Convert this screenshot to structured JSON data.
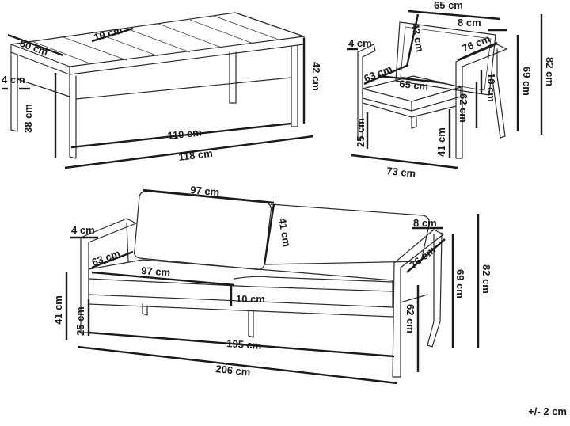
{
  "table": {
    "width": "110 cm",
    "length": "118 cm",
    "depth": "60 cm",
    "slat": "10 cm",
    "height": "42 cm",
    "leg_height": "38 cm",
    "leg": "4 cm"
  },
  "armchair": {
    "width_top": "65 cm",
    "arm_top": "8 cm",
    "back_height": "43 cm",
    "arm_width": "4 cm",
    "arm_length": "76 cm",
    "seat_depth": "63 cm",
    "seat_width": "65 cm",
    "seat_thickness": "10 cm",
    "seat_height_total": "69 cm",
    "total_height": "82 cm",
    "arm_height": "62 cm",
    "seat_height": "25 cm",
    "leg_height": "41 cm",
    "total_width": "73 cm"
  },
  "sofa": {
    "back_width": "97 cm",
    "back_height": "41 cm",
    "arm_width": "4 cm",
    "arm_top": "8 cm",
    "seat_depth": "63 cm",
    "arm_length": "76 cm",
    "seat_width": "97 cm",
    "seat_thickness": "10 cm",
    "seat_height_total": "69 cm",
    "total_height": "82 cm",
    "leg_height": "41 cm",
    "seat_height": "25 cm",
    "arm_height": "62 cm",
    "inner_width": "195 cm",
    "total_width": "206 cm"
  },
  "tolerance": "+/- 2 cm"
}
